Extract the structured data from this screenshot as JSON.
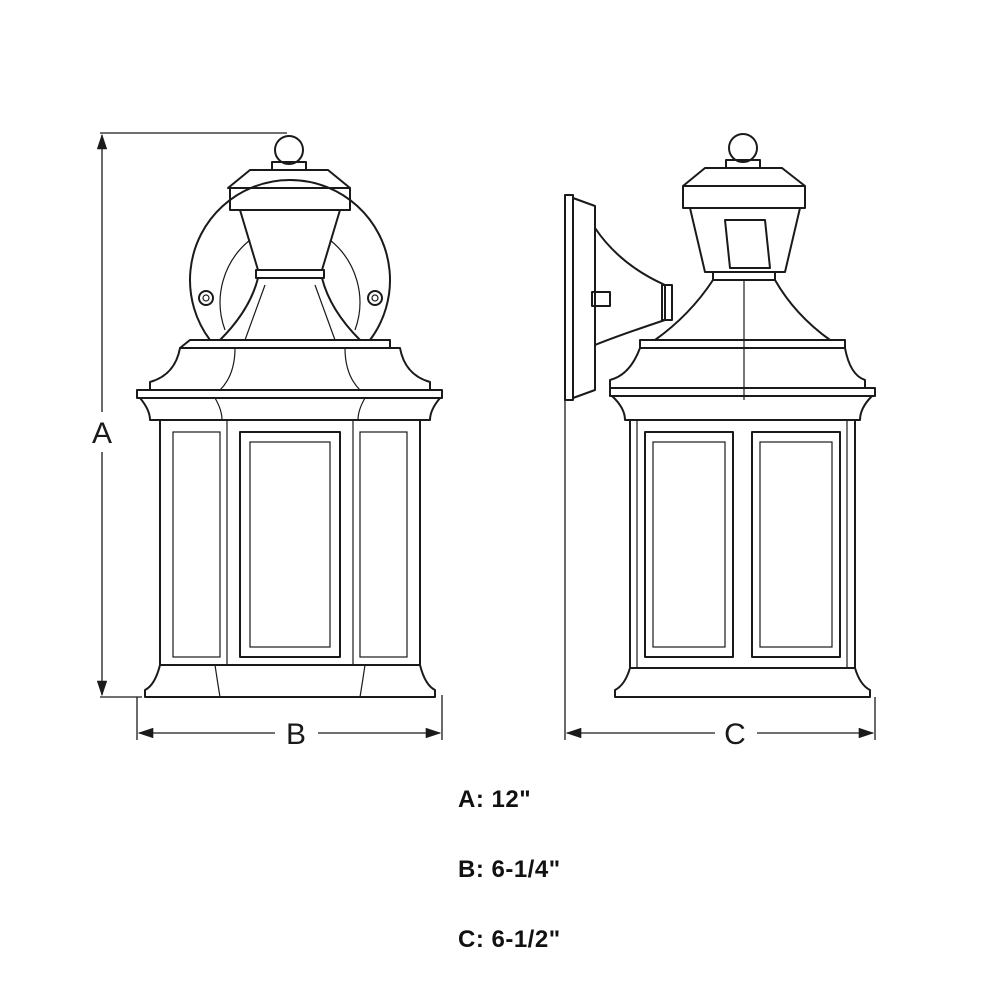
{
  "diagram": {
    "labels": {
      "a": "A",
      "b": "B",
      "c": "C"
    },
    "specs": [
      {
        "text": "A: 12\""
      },
      {
        "text": "B: 6-1/4\""
      },
      {
        "text": "C: 6-1/2\""
      }
    ]
  }
}
